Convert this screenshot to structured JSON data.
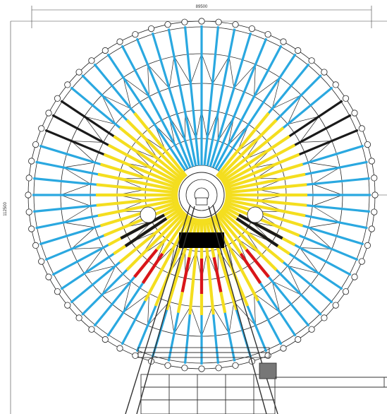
{
  "drawing": {
    "width_dimension": "89500",
    "height_dimension": "112500",
    "spoke_count": 64
  },
  "colors": {
    "background": "#ffffff",
    "line": "#222222",
    "outer_spoke": "#2aa8e0",
    "inner_spoke": "#f4de1f",
    "dark_spoke": "#1a1a1a",
    "red_spoke": "#d9141c",
    "label_block": "#000000"
  },
  "legend_note": ""
}
